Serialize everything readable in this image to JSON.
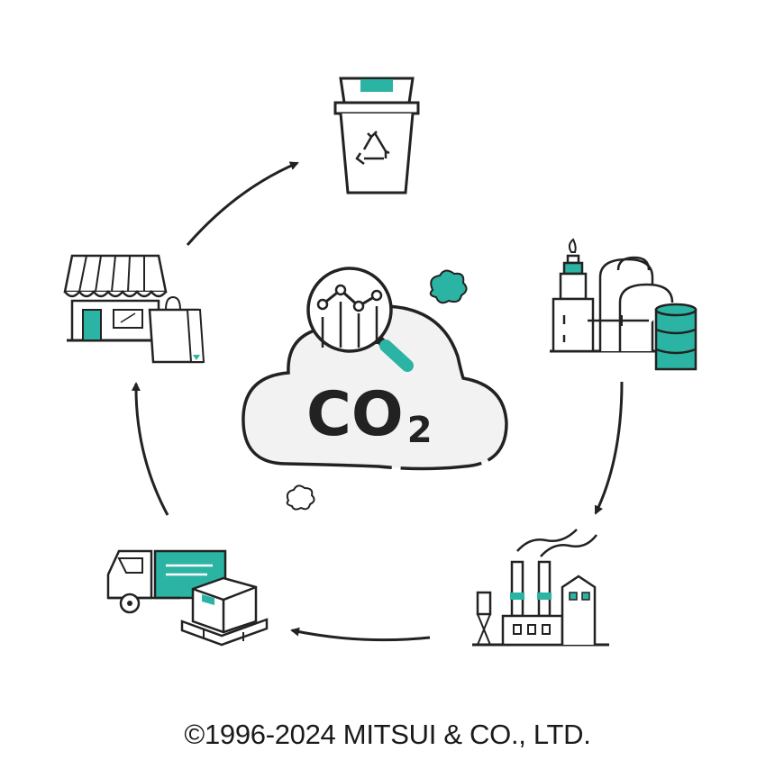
{
  "center": {
    "label_main": "CO",
    "label_sub": "2"
  },
  "cycle_steps": [
    {
      "id": "disposal",
      "icon": "recycle-bin-icon"
    },
    {
      "id": "refining",
      "icon": "refinery-icon"
    },
    {
      "id": "manufacturing",
      "icon": "factory-icon"
    },
    {
      "id": "logistics",
      "icon": "delivery-truck-icon"
    },
    {
      "id": "retail",
      "icon": "store-icon"
    }
  ],
  "footer": {
    "copyright": "©1996-2024 MITSUI & CO., LTD."
  },
  "colors": {
    "accent": "#2bb3a3",
    "line": "#222222",
    "cloud": "#f2f2f2"
  }
}
